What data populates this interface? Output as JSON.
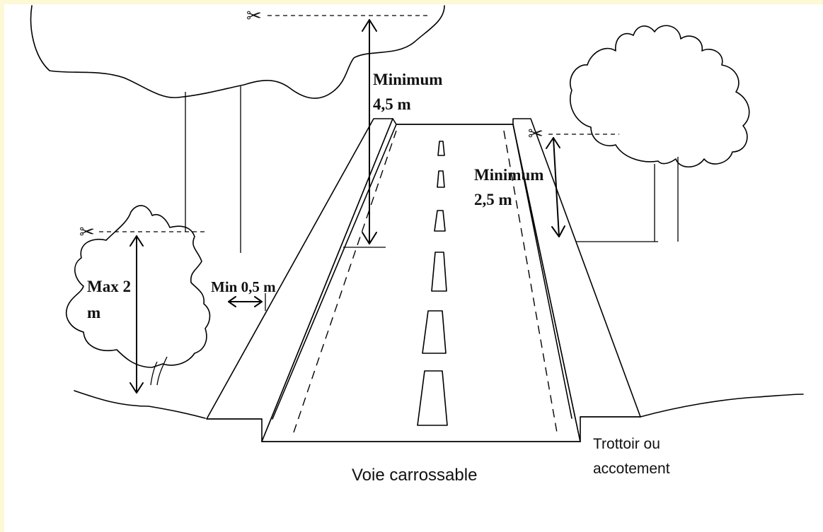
{
  "labels": {
    "top_clearance_line1": "Minimum",
    "top_clearance_line2": "4,5 m",
    "side_clearance_line1": "Minimum",
    "side_clearance_line2": "2,5 m",
    "hedge_max_line1": "Max 2",
    "hedge_max_line2": "m",
    "hedge_offset": "Min 0,5 m",
    "roadway": "Voie carrossable",
    "sidewalk_line1": "Trottoir ou",
    "sidewalk_line2": "accotement"
  },
  "icons": {
    "cut_marker": "scissors-icon",
    "cut_glyph": "✂"
  },
  "colors": {
    "frame": "#fdf8d6",
    "panel": "#ffffff",
    "ink": "#000000"
  }
}
